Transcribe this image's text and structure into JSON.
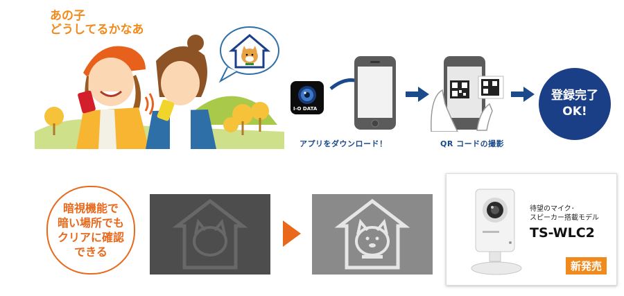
{
  "speech_text": [
    "あの子",
    "どうしてるかなあ"
  ],
  "steps": {
    "download_caption": "アプリをダウンロード！",
    "qr_caption": "QR コードの撮影",
    "done_lines": [
      "登録完了",
      "OK!"
    ]
  },
  "app_icon_label": "I-O DATA",
  "night_vision_lines": [
    "暗視機能で",
    "暗い場所でも",
    "クリアに確認",
    "できる"
  ],
  "product": {
    "tagline_lines": [
      "待望のマイク･",
      "スピーカー搭載モデル"
    ],
    "model": "TS-WLC2",
    "badge": "新発売"
  },
  "colors": {
    "navy": "#1b3f86",
    "orange": "#e8691c",
    "dark_panel": "#4d4d4d",
    "light_panel": "#8a8a8a"
  }
}
